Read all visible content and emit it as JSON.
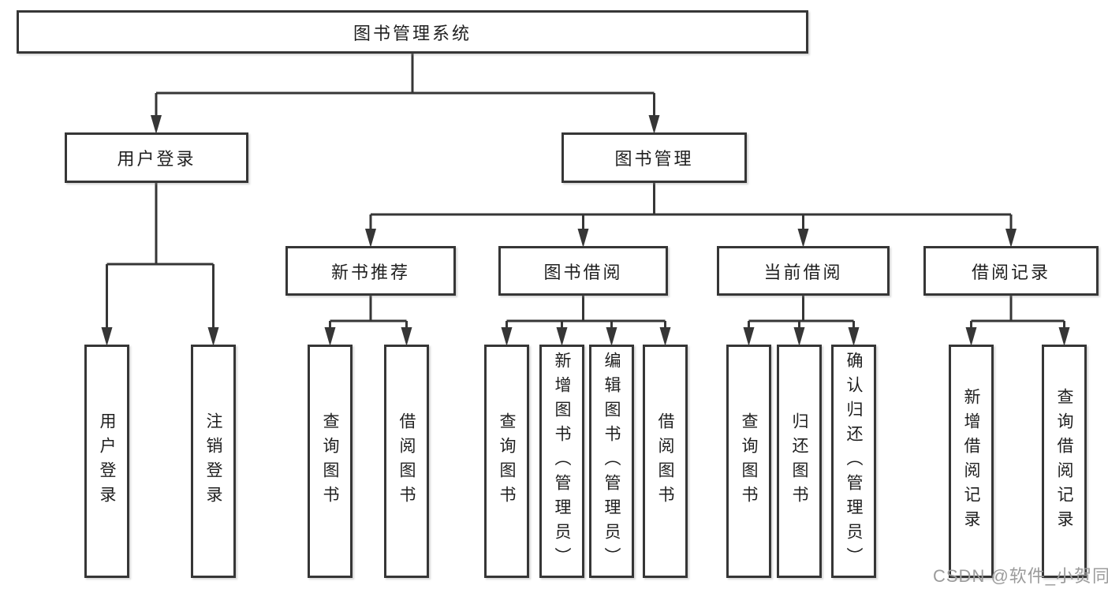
{
  "diagram": {
    "colors": {
      "line": "#363636",
      "box_border": "#363636",
      "box_fill": "#ffffff",
      "text": "#1f1f1f",
      "watermark_text_color": "#9b9b9b"
    },
    "watermark": "CSDN @软件_小贺同学",
    "nodes": {
      "root": {
        "label": "图书管理系统"
      },
      "user_login": {
        "label": "用户登录"
      },
      "book_mgmt": {
        "label": "图书管理"
      },
      "new_rec": {
        "label": "新书推荐"
      },
      "book_borrow": {
        "label": "图书借阅"
      },
      "cur_borrow": {
        "label": "当前借阅"
      },
      "borrow_rec": {
        "label": "借阅记录"
      },
      "leaf_user_login": {
        "label": "用户登录"
      },
      "leaf_logout": {
        "label": "注销登录"
      },
      "leaf_query_book_1": {
        "label": "查询图书"
      },
      "leaf_borrow_book_1": {
        "label": "借阅图书"
      },
      "leaf_query_book_2": {
        "label": "查询图书"
      },
      "leaf_add_book": {
        "label": "新增图书（管理员）"
      },
      "leaf_edit_book": {
        "label": "编辑图书（管理员）"
      },
      "leaf_borrow_book_2": {
        "label": "借阅图书"
      },
      "leaf_query_book_3": {
        "label": "查询图书"
      },
      "leaf_return_book": {
        "label": "归还图书"
      },
      "leaf_confirm_return": {
        "label": "确认归还（管理员）"
      },
      "leaf_add_record": {
        "label": "新增借阅记录"
      },
      "leaf_query_record": {
        "label": "查询借阅记录"
      }
    },
    "hierarchy": {
      "图书管理系统": {
        "用户登录": [
          "用户登录",
          "注销登录"
        ],
        "图书管理": {
          "新书推荐": [
            "查询图书",
            "借阅图书"
          ],
          "图书借阅": [
            "查询图书",
            "新增图书（管理员）",
            "编辑图书（管理员）",
            "借阅图书"
          ],
          "当前借阅": [
            "查询图书",
            "归还图书",
            "确认归还（管理员）"
          ],
          "借阅记录": [
            "新增借阅记录",
            "查询借阅记录"
          ]
        }
      }
    }
  }
}
